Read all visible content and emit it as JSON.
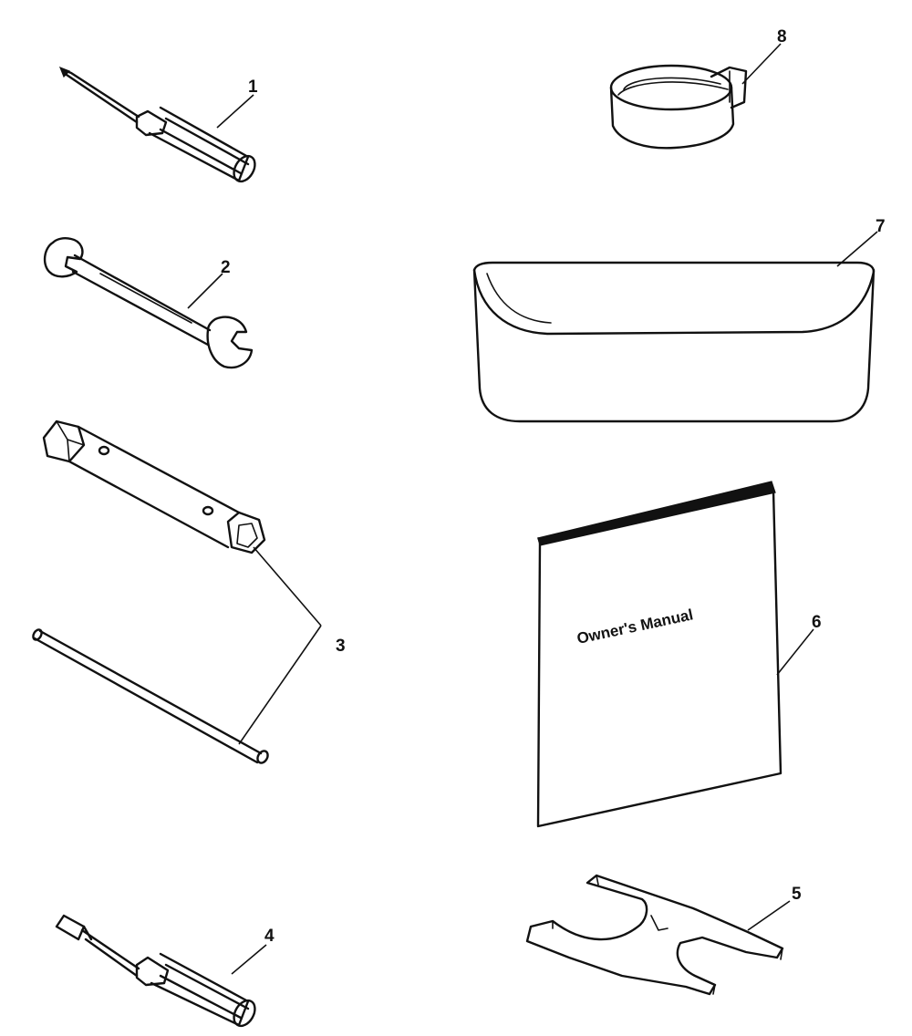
{
  "diagram": {
    "ink_color": "#111111",
    "background": "#ffffff",
    "parts": [
      {
        "callout": "1",
        "icon": "screwdriver-icon"
      },
      {
        "callout": "2",
        "icon": "open-end-wrench-icon"
      },
      {
        "callout": "3",
        "icon": "box-wrench-and-tommy-bar-icon"
      },
      {
        "callout": "4",
        "icon": "screwdriver-icon"
      },
      {
        "callout": "5",
        "icon": "hook-spanner-icon"
      },
      {
        "callout": "6",
        "icon": "owners-manual-icon"
      },
      {
        "callout": "7",
        "icon": "tool-pouch-icon"
      },
      {
        "callout": "8",
        "icon": "strap-icon"
      }
    ],
    "manual_cover_text": "Owner's Manual"
  }
}
